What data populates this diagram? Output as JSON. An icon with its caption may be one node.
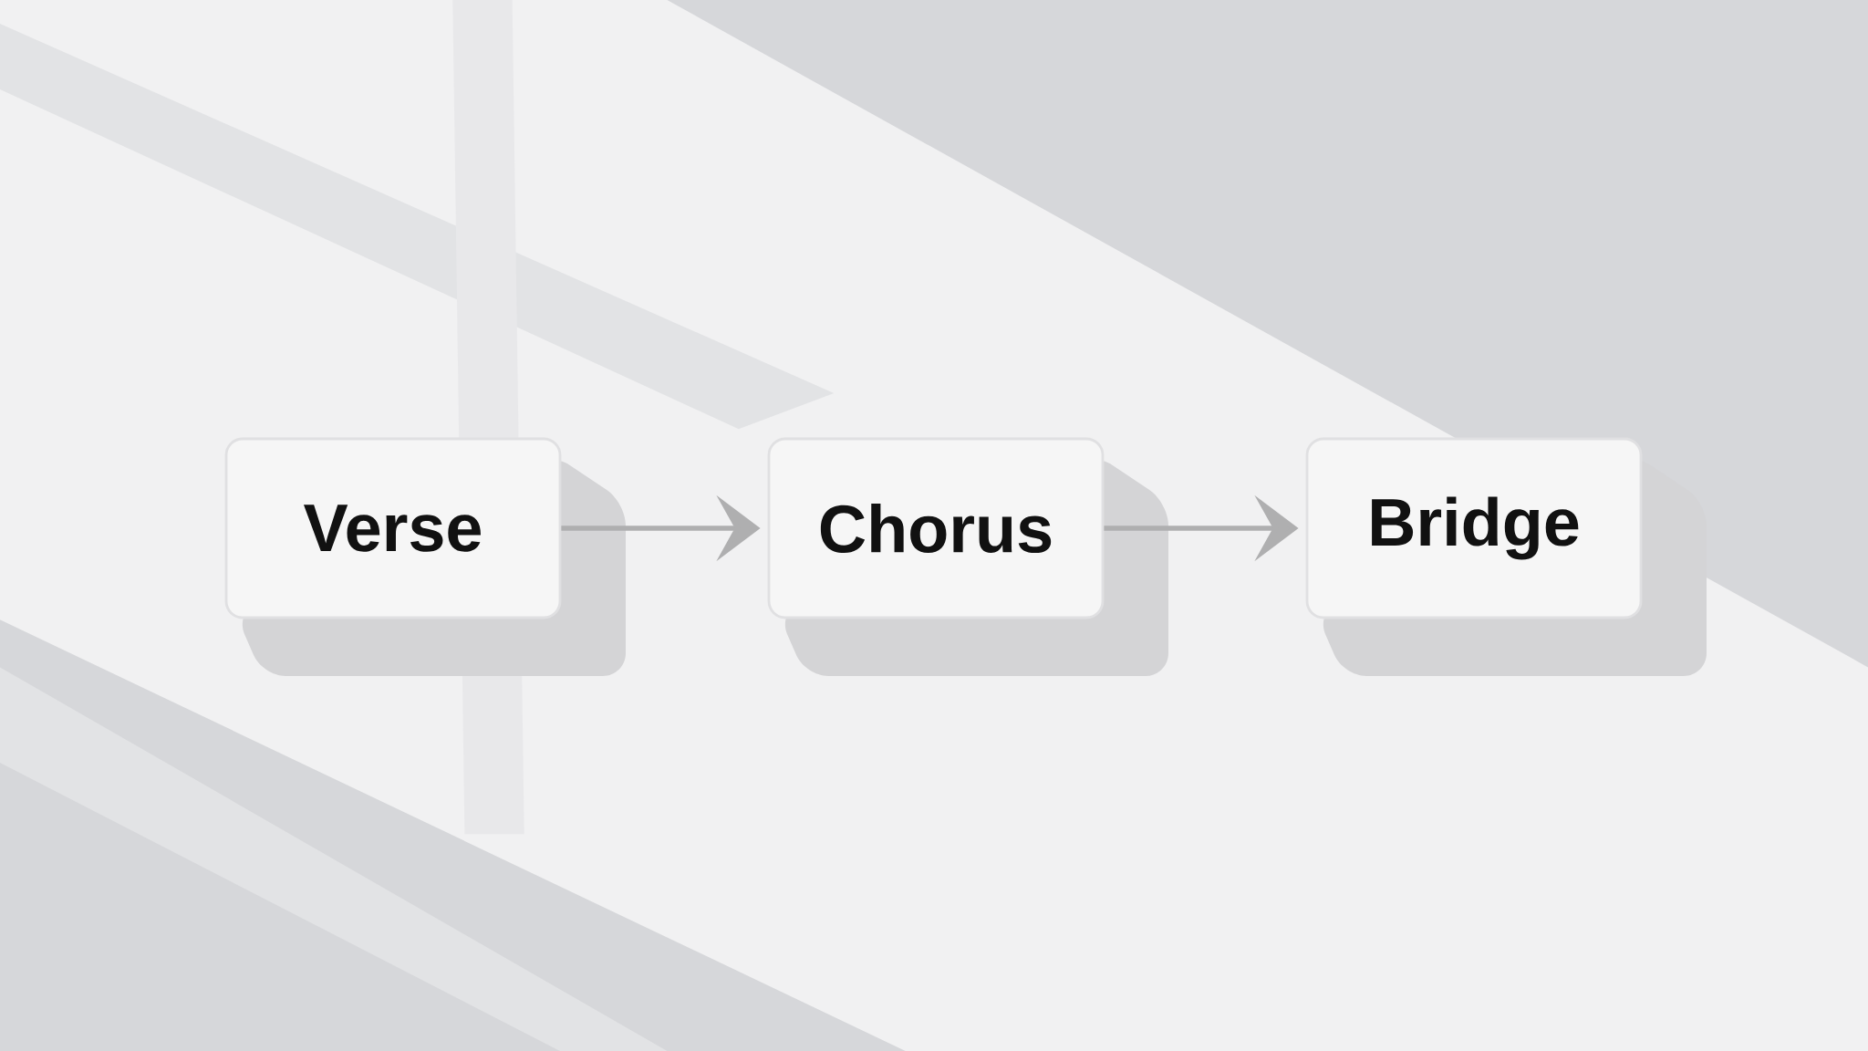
{
  "diagram": {
    "nodes": [
      {
        "text": [
          "Verse"
        ]
      },
      {
        "text": [
          "Chorus"
        ]
      },
      {
        "text": [
          "Bridge"
        ]
      }
    ],
    "edges": [
      {
        "from": 0,
        "to": 1,
        "arrow": "to"
      },
      {
        "from": 1,
        "to": 2,
        "arrow": "to"
      }
    ]
  }
}
